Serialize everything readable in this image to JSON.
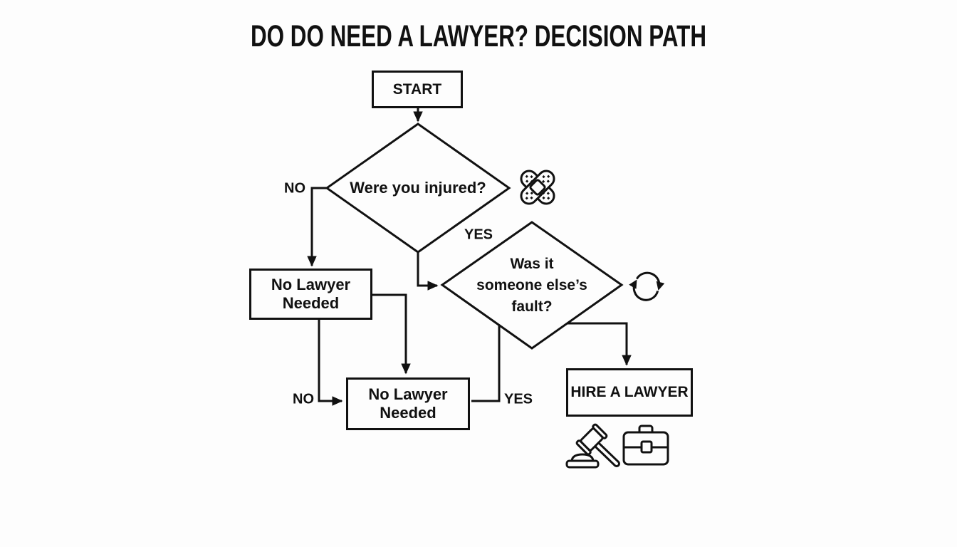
{
  "title": "DO DO NEED A LAWYER? DECISION PATH",
  "nodes": {
    "start": {
      "label": "START"
    },
    "q_injured": {
      "label": "Were you injured?"
    },
    "q_fault": {
      "line1": "Was it",
      "line2": "someone else’s",
      "line3": "fault?"
    },
    "no_lawyer_1": {
      "line1": "No Lawyer",
      "line2": "Needed"
    },
    "no_lawyer_2": {
      "line1": "No Lawyer",
      "line2": "Needed"
    },
    "hire": {
      "label": "HIRE A LAWYER"
    }
  },
  "edge_labels": {
    "injured_no": "NO",
    "injured_yes": "YES",
    "second_no": "NO",
    "fault_yes": "YES"
  },
  "icons": {
    "injury": "bandage-icon",
    "cycle": "refresh-icon",
    "legal": "gavel-icon",
    "case": "briefcase-icon"
  },
  "colors": {
    "ink": "#111111",
    "background": "#fdfdfd"
  }
}
